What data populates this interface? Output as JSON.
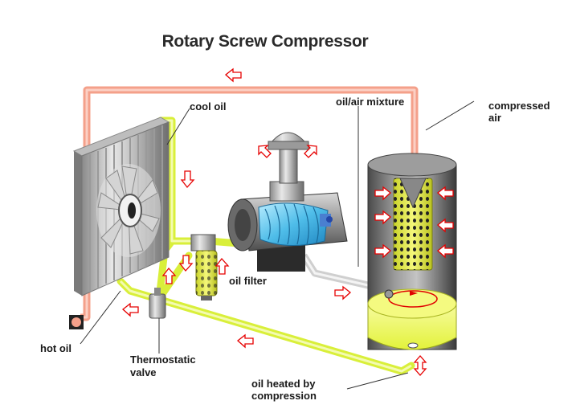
{
  "title": "Rotary Screw Compressor",
  "labels": {
    "cool_oil": "cool oil",
    "oil_air_mixture": "oil/air mixture",
    "compressed_air_line1": "compressed",
    "compressed_air_line2": "air",
    "oil_filter": "oil filter",
    "hot_oil": "hot oil",
    "thermostatic_line1": "Thermostatic",
    "thermostatic_line2": "valve",
    "oil_heated_line1": "oil heated by",
    "oil_heated_line2": "compression"
  },
  "colors": {
    "hot_pipe": "#f4a08a",
    "cool_pipe": "#d9ef3a",
    "flow_arrow": "#e60000",
    "screw_rotor": "#5cc6ef"
  }
}
